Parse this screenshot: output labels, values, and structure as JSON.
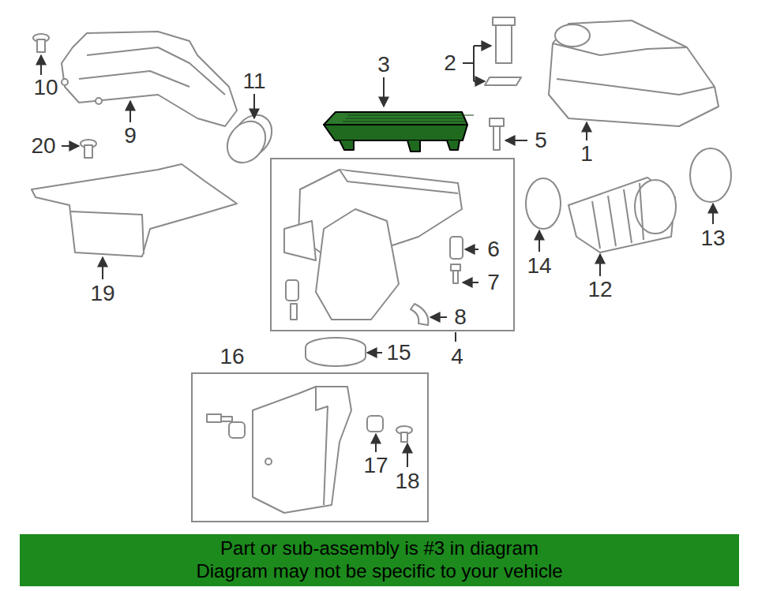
{
  "diagram": {
    "nodes": [
      {
        "text": [
          "4"
        ]
      },
      {
        "text": [
          "16"
        ]
      },
      {
        "text": [
          "Part or sub-assembly is #3 in diagram",
          "Diagram may not be specific to your vehicle"
        ]
      }
    ],
    "labels": [
      "3",
      "2",
      "10",
      "11",
      "9",
      "5",
      "1",
      "20",
      "6",
      "7",
      "14",
      "13",
      "12",
      "19",
      "8",
      "15",
      "17",
      "18"
    ]
  }
}
